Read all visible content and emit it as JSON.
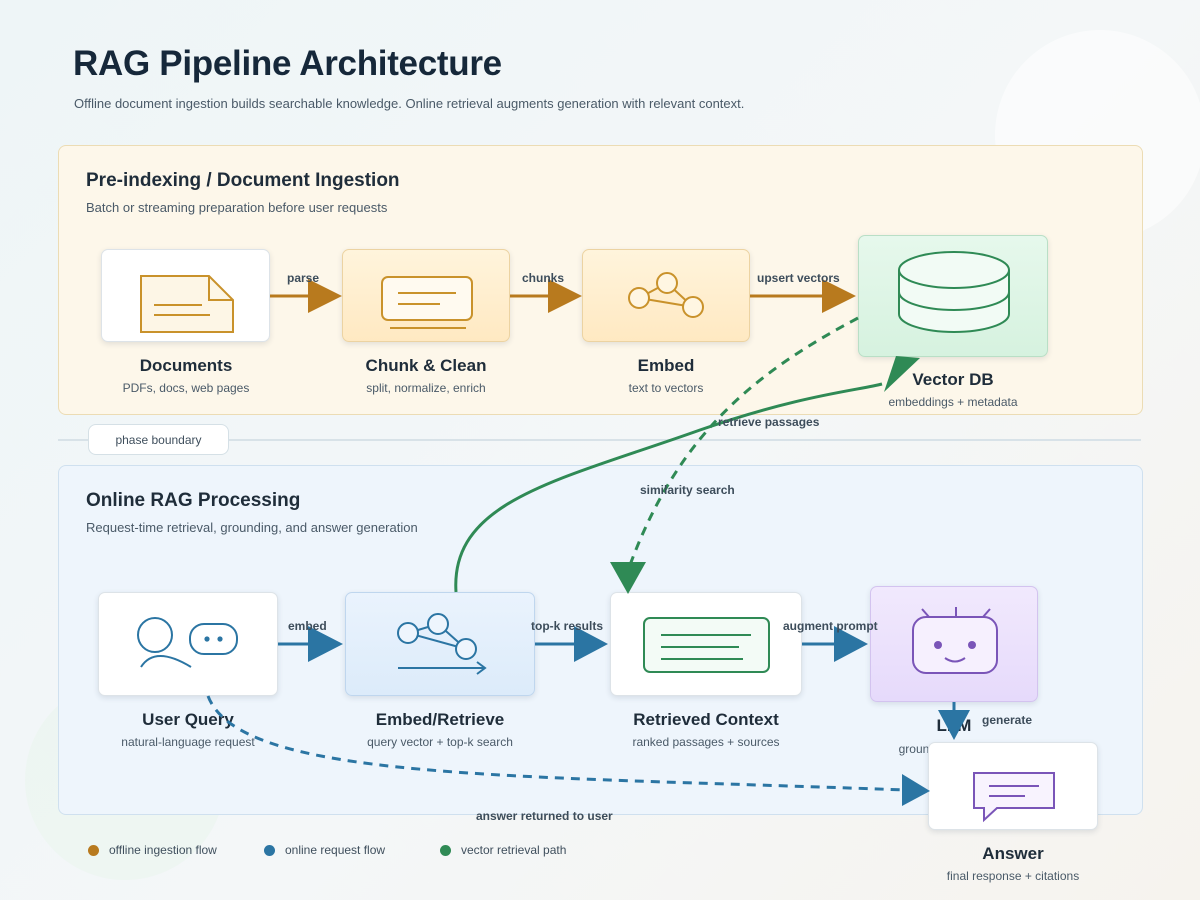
{
  "header": {
    "title": "RAG Pipeline Architecture",
    "subtitle": "Offline document ingestion builds searchable knowledge. Online retrieval augments generation with relevant context."
  },
  "offline_panel": {
    "title": "Pre-indexing / Document Ingestion",
    "subtitle": "Batch or streaming preparation before user requests"
  },
  "online_panel": {
    "title": "Online RAG Processing",
    "subtitle": "Request-time retrieval, grounding, and answer generation"
  },
  "phase_boundary": "phase boundary",
  "nodes": {
    "documents": {
      "label": "Documents",
      "sub": "PDFs, docs, web pages",
      "icon": "document-icon"
    },
    "chunk": {
      "label": "Chunk & Clean",
      "sub": "split, normalize, enrich",
      "icon": "text-block-icon"
    },
    "embed": {
      "label": "Embed",
      "sub": "text to vectors",
      "icon": "graph-nodes-icon"
    },
    "vectordb": {
      "label": "Vector DB",
      "sub": "embeddings + metadata",
      "icon": "database-icon"
    },
    "user_query": {
      "label": "User Query",
      "sub": "natural-language request",
      "icon": "user-chat-icon"
    },
    "embed_retrieve": {
      "label": "Embed/Retrieve",
      "sub": "query vector + top-k search",
      "icon": "retrieve-graph-icon"
    },
    "context": {
      "label": "Retrieved Context",
      "sub": "ranked passages + sources",
      "icon": "context-card-icon"
    },
    "llm": {
      "label": "LLM",
      "sub": "grounded generation",
      "icon": "robot-icon"
    },
    "answer": {
      "label": "Answer",
      "sub": "final response + citations",
      "icon": "speech-bubble-icon"
    }
  },
  "edges": {
    "parse": "parse",
    "chunks": "chunks",
    "upsert": "upsert vectors",
    "retrieve_passages": "retrieve passages",
    "similarity_search": "similarity search",
    "embed": "embed",
    "topk": "top-k results",
    "augment": "augment prompt",
    "generate": "generate",
    "answer_returned": "answer returned to user"
  },
  "legend": [
    {
      "label": "offline ingestion flow",
      "color": "#b87a1e"
    },
    {
      "label": "online request flow",
      "color": "#2b75a3"
    },
    {
      "label": "vector retrieval path",
      "color": "#2f8a55"
    }
  ],
  "colors": {
    "offline": "#b87a1e",
    "online": "#2b75a3",
    "retrieval": "#2f8a55",
    "llm": "#7a55b8"
  }
}
